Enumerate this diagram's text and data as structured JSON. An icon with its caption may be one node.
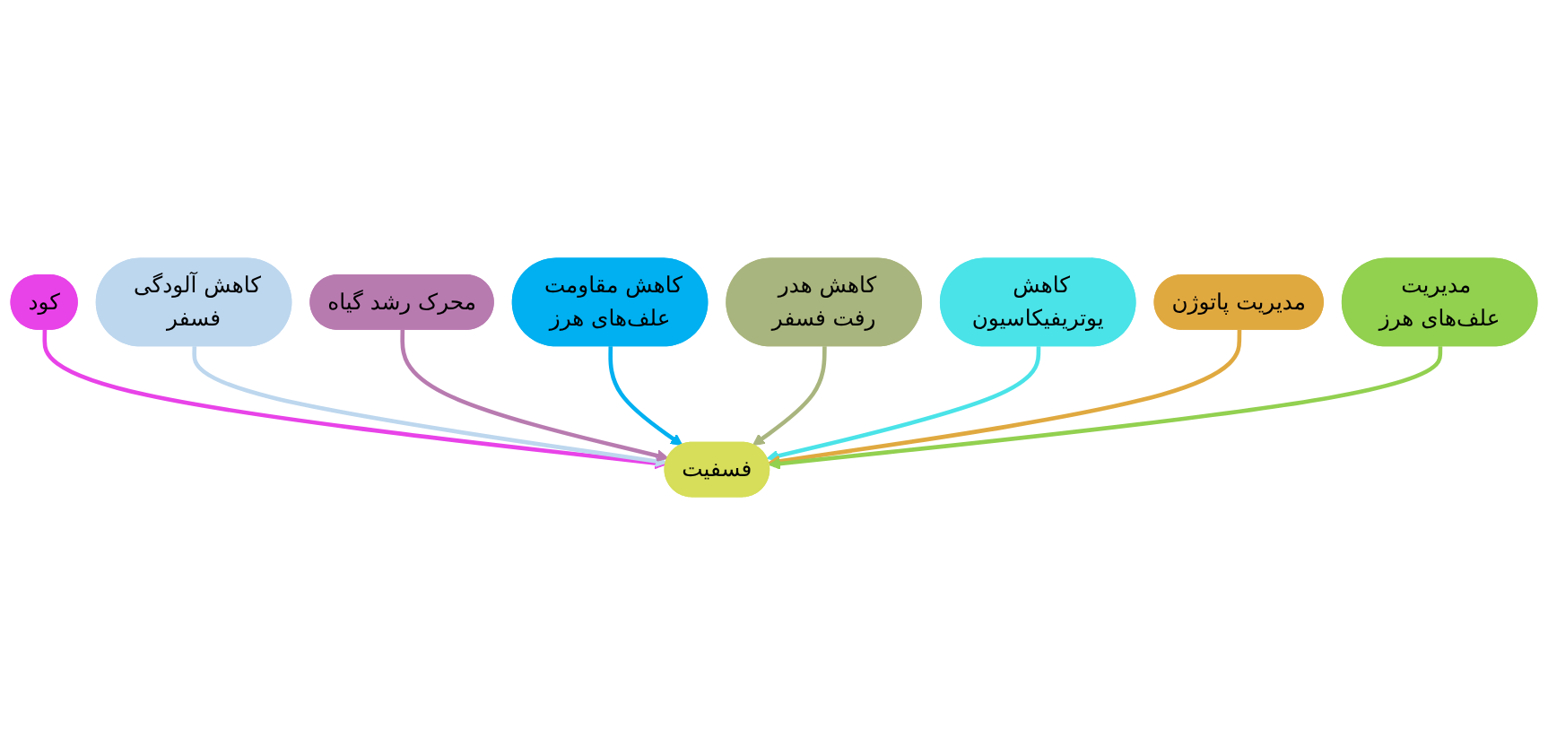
{
  "diagram": {
    "nodes": [
      {
        "text": [
          "کود"
        ]
      },
      {
        "text": [
          "کاهش آلودگی فسفر"
        ]
      },
      {
        "text": [
          "محرک رشد گیاه"
        ]
      },
      {
        "text": [
          "کاهش مقاومت علف‌های هرز"
        ]
      },
      {
        "text": [
          "فسفیت"
        ]
      },
      {
        "text": [
          "کاهش هدر رفت فسفر"
        ]
      },
      {
        "text": [
          "کاهش یوتریفیکاسیون"
        ]
      },
      {
        "text": [
          "مدیریت پاتوژن"
        ]
      },
      {
        "text": [
          "مدیریت علف‌های هرز"
        ]
      }
    ],
    "edges": [
      {
        "from": 0,
        "to": 4,
        "arrow": "to",
        "color": "#e843e8"
      },
      {
        "from": 1,
        "to": 4,
        "arrow": "to",
        "color": "#bdd7ee"
      },
      {
        "from": 2,
        "to": 4,
        "arrow": "to",
        "color": "#b87bb0"
      },
      {
        "from": 3,
        "to": 4,
        "arrow": "to",
        "color": "#00b0f0"
      },
      {
        "from": 5,
        "to": 4,
        "arrow": "to",
        "color": "#a9b57e"
      },
      {
        "from": 6,
        "to": 4,
        "arrow": "to",
        "color": "#4ae3e8"
      },
      {
        "from": 7,
        "to": 4,
        "arrow": "to",
        "color": "#e0a940"
      },
      {
        "from": 8,
        "to": 4,
        "arrow": "to",
        "color": "#92d050"
      }
    ]
  }
}
